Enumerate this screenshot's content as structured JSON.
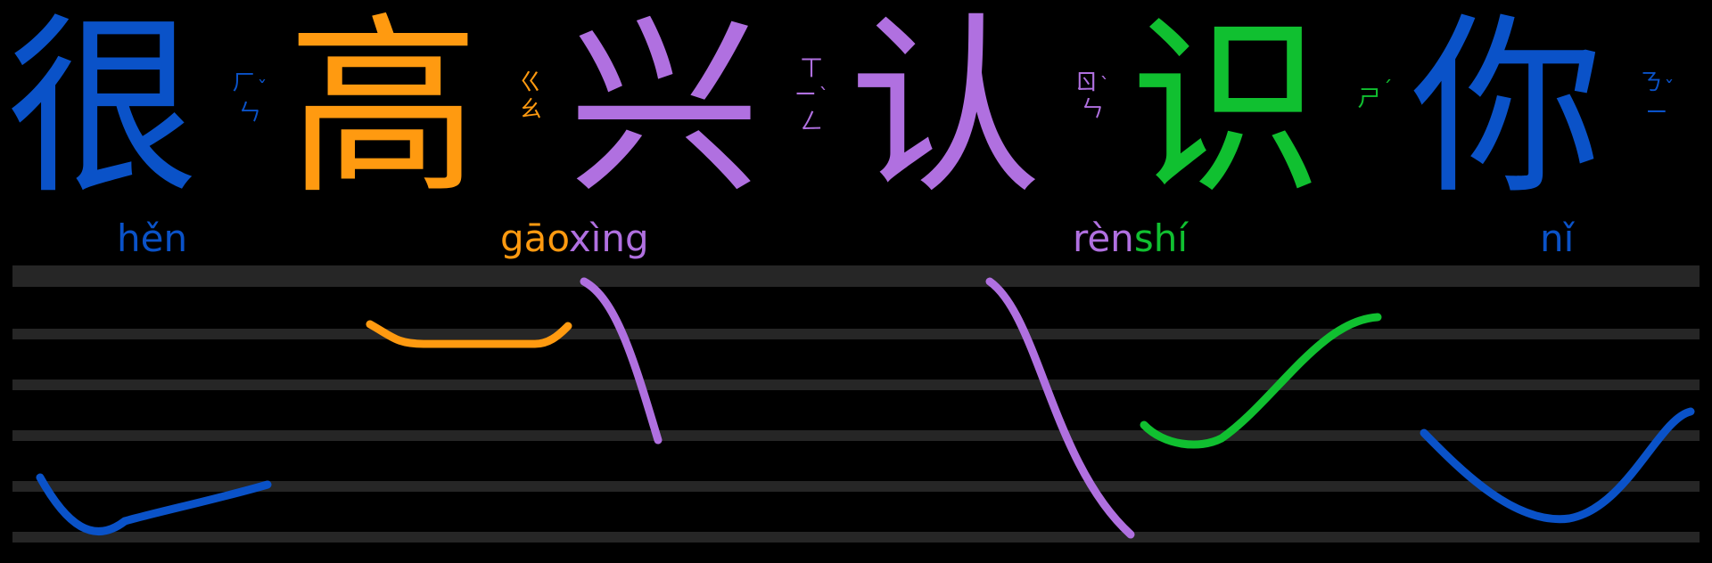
{
  "colors": {
    "tone1": "#ff9a10",
    "tone2": "#10c030",
    "tone3": "#0a52c8",
    "tone4": "#b070e0",
    "background": "#000000",
    "staff_line": "#262626"
  },
  "characters": [
    {
      "hanzi": "很",
      "tone": 3,
      "zhuyin": [
        "ㄏ",
        "ㄣ"
      ],
      "tone_mark": "ˇ"
    },
    {
      "hanzi": "高",
      "tone": 1,
      "zhuyin": [
        "ㄍ",
        "ㄠ"
      ],
      "tone_mark": ""
    },
    {
      "hanzi": "兴",
      "tone": 4,
      "zhuyin": [
        "ㄒ",
        "ㄧ",
        "ㄥ"
      ],
      "tone_mark": "ˋ"
    },
    {
      "hanzi": "认",
      "tone": 4,
      "zhuyin": [
        "ㄖ",
        "ㄣ"
      ],
      "tone_mark": "ˋ"
    },
    {
      "hanzi": "识",
      "tone": 2,
      "zhuyin": [
        "ㄕ"
      ],
      "tone_mark": "ˊ"
    },
    {
      "hanzi": "你",
      "tone": 3,
      "zhuyin": [
        "ㄋ",
        "ㄧ"
      ],
      "tone_mark": "ˇ"
    }
  ],
  "words": [
    {
      "syllables": [
        {
          "text": "hěn",
          "tone": 3
        }
      ]
    },
    {
      "syllables": [
        {
          "text": "gāo",
          "tone": 1
        },
        {
          "text": "xìng",
          "tone": 4
        }
      ]
    },
    {
      "syllables": [
        {
          "text": "rèn",
          "tone": 4
        },
        {
          "text": "shí",
          "tone": 2
        }
      ]
    },
    {
      "syllables": [
        {
          "text": "nǐ",
          "tone": 3
        }
      ]
    }
  ]
}
